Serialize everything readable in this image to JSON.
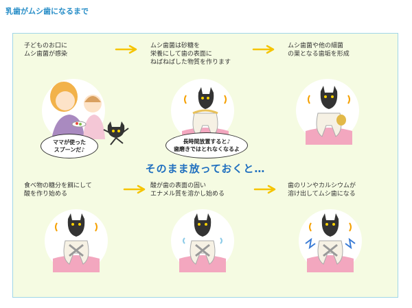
{
  "title": "乳歯がムシ歯になるまで",
  "middle_caption": "そのまま放っておくと…",
  "steps": [
    {
      "text": "子どものお口に\nムシ歯菌が感染"
    },
    {
      "text": "ムシ歯菌は砂糖を\n栄養にして歯の表面に\nねばねばした物質を作ります"
    },
    {
      "text": "ムシ歯菌や他の細菌\nの巣となる歯垢を形成"
    },
    {
      "text": "食べ物の糖分を餌にして\n酸を作り始める"
    },
    {
      "text": "酸が歯の表面の固い\nエナメル質を溶かし始める"
    },
    {
      "text": "歯のリンやカルシウムが\n溶け出してムシ歯になる"
    }
  ],
  "bubbles": {
    "spoon": "ママが使った\nスプーンだ♪",
    "neglect": "長時間放置すると♪\n歯磨きではとれなくなるよ"
  },
  "colors": {
    "title": "#2a8fc8",
    "panel_bg": "#f5fbe2",
    "panel_border": "#9fd6e8",
    "arrow": "#f5c400",
    "mid_caption": "#1f6fbf",
    "gum": "#f3a7bf"
  },
  "icons": [
    "arrow-right-icon",
    "germ-devil-icon",
    "tooth-icon",
    "mother-child-illustration"
  ]
}
